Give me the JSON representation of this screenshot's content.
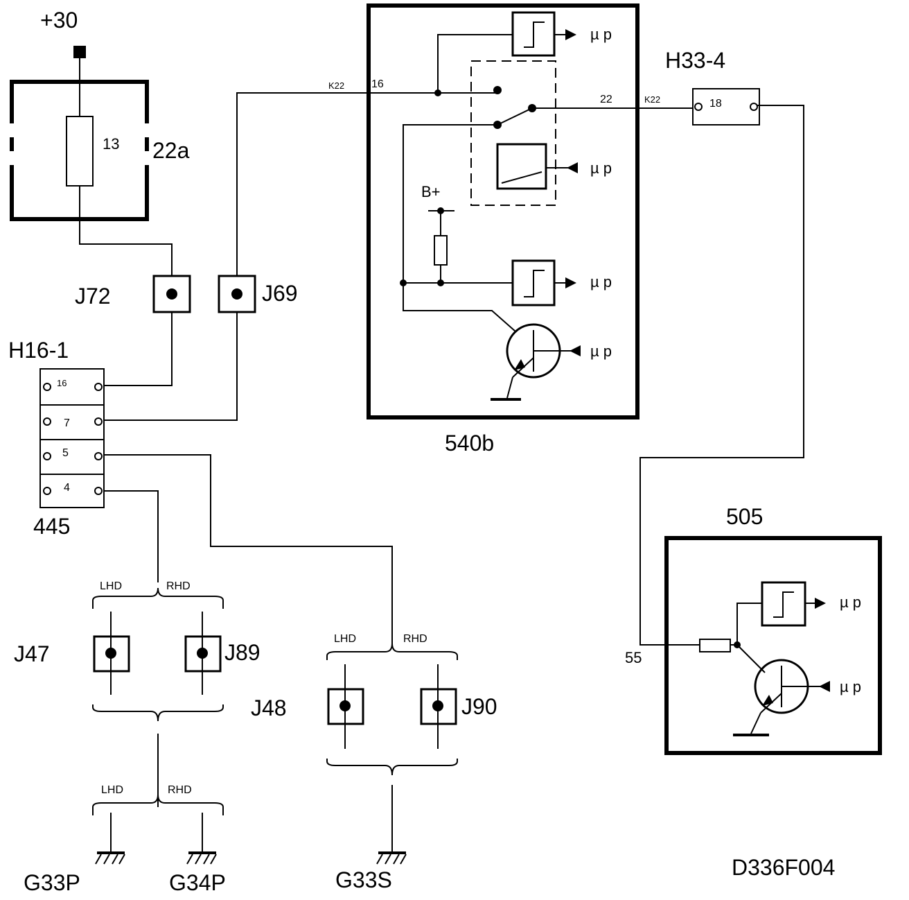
{
  "labels": {
    "supply": "+30",
    "fuse_box": "22a",
    "fuse_no": "13",
    "j72": "J72",
    "j69": "J69",
    "h16": "H16-1",
    "conn445": "445",
    "pin16": "16",
    "pin7": "7",
    "pin5": "5",
    "pin4": "4",
    "ecu540b": "540b",
    "k22_left": "K22",
    "pin16_in": "16",
    "pin22_out": "22",
    "k22_right": "K22",
    "h33": "H33-4",
    "pin18": "18",
    "bplus": "B+",
    "mu1": "µ p",
    "mu2": "µ p",
    "mu3": "µ p",
    "mu4": "µ p",
    "mu5": "µ p",
    "mu6": "µ p",
    "unit505": "505",
    "pin55": "55",
    "j47": "J47",
    "j89": "J89",
    "j48": "J48",
    "j90": "J90",
    "lhd1": "LHD",
    "rhd1": "RHD",
    "lhd2": "LHD",
    "rhd2": "RHD",
    "lhd3": "LHD",
    "rhd3": "RHD",
    "g33p": "G33P",
    "g34p": "G34P",
    "g33s": "G33S",
    "ref": "D336F004"
  }
}
